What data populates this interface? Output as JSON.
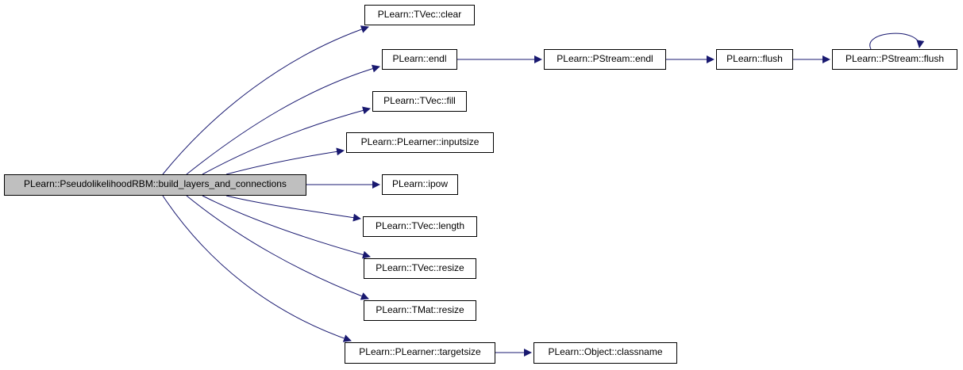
{
  "graph": {
    "edge_color": "#191970",
    "root": {
      "id": "root",
      "label": "PLearn::PseudolikelihoodRBM::build_layers_and_connections",
      "fill": "#bfbfbf"
    },
    "nodes": [
      {
        "id": "tvec_clear",
        "label": "PLearn::TVec::clear"
      },
      {
        "id": "endl",
        "label": "PLearn::endl"
      },
      {
        "id": "pstream_endl",
        "label": "PLearn::PStream::endl"
      },
      {
        "id": "flush",
        "label": "PLearn::flush"
      },
      {
        "id": "pstream_flush",
        "label": "PLearn::PStream::flush"
      },
      {
        "id": "tvec_fill",
        "label": "PLearn::TVec::fill"
      },
      {
        "id": "inputsize",
        "label": "PLearn::PLearner::inputsize"
      },
      {
        "id": "ipow",
        "label": "PLearn::ipow"
      },
      {
        "id": "tvec_length",
        "label": "PLearn::TVec::length"
      },
      {
        "id": "tvec_resize",
        "label": "PLearn::TVec::resize"
      },
      {
        "id": "tmat_resize",
        "label": "PLearn::TMat::resize"
      },
      {
        "id": "targetsize",
        "label": "PLearn::PLearner::targetsize"
      },
      {
        "id": "classname",
        "label": "PLearn::Object::classname"
      }
    ],
    "edges": [
      {
        "from": "root",
        "to": "tvec_clear"
      },
      {
        "from": "root",
        "to": "endl"
      },
      {
        "from": "root",
        "to": "tvec_fill"
      },
      {
        "from": "root",
        "to": "inputsize"
      },
      {
        "from": "root",
        "to": "ipow"
      },
      {
        "from": "root",
        "to": "tvec_length"
      },
      {
        "from": "root",
        "to": "tvec_resize"
      },
      {
        "from": "root",
        "to": "tmat_resize"
      },
      {
        "from": "root",
        "to": "targetsize"
      },
      {
        "from": "endl",
        "to": "pstream_endl"
      },
      {
        "from": "pstream_endl",
        "to": "flush"
      },
      {
        "from": "flush",
        "to": "pstream_flush"
      },
      {
        "from": "pstream_flush",
        "to": "pstream_flush"
      },
      {
        "from": "targetsize",
        "to": "classname"
      }
    ]
  }
}
